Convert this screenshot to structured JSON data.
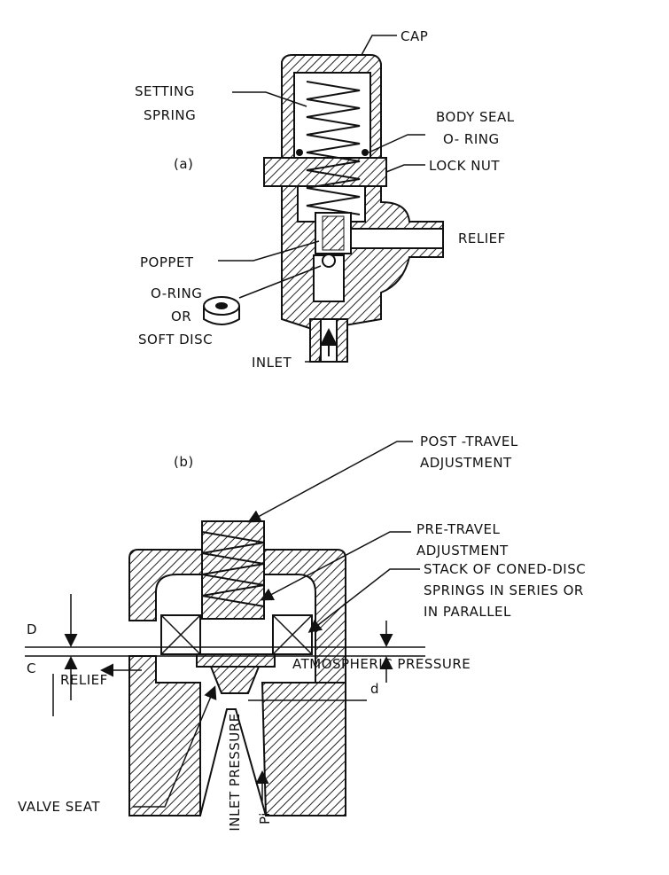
{
  "figure_a": {
    "panel_label": "(a)",
    "labels": {
      "cap": "CAP",
      "setting_spring": [
        "SETTING",
        "SPRING"
      ],
      "body_seal": [
        "BODY SEAL",
        "O- RING"
      ],
      "lock_nut": "LOCK NUT",
      "relief": "RELIEF",
      "poppet": "POPPET",
      "oring_disc": [
        "O-RING",
        "OR",
        "SOFT DISC"
      ],
      "inlet": "INLET"
    }
  },
  "figure_b": {
    "panel_label": "(b)",
    "labels": {
      "post_travel": [
        "POST -TRAVEL",
        "ADJUSTMENT"
      ],
      "pre_travel": [
        "PRE-TRAVEL",
        "ADJUSTMENT"
      ],
      "stack": [
        "STACK OF CONED-DISC",
        "SPRINGS IN SERIES OR",
        "IN PARALLEL"
      ],
      "atmospheric": "ATMOSPHERIC PRESSURE",
      "relief": "RELIEF",
      "dim_D": "D",
      "dim_C": "C",
      "dim_d": "d",
      "inlet_pressure": "INLET PRESSURE",
      "pi": "Pi",
      "valve_seat": "VALVE SEAT"
    }
  }
}
